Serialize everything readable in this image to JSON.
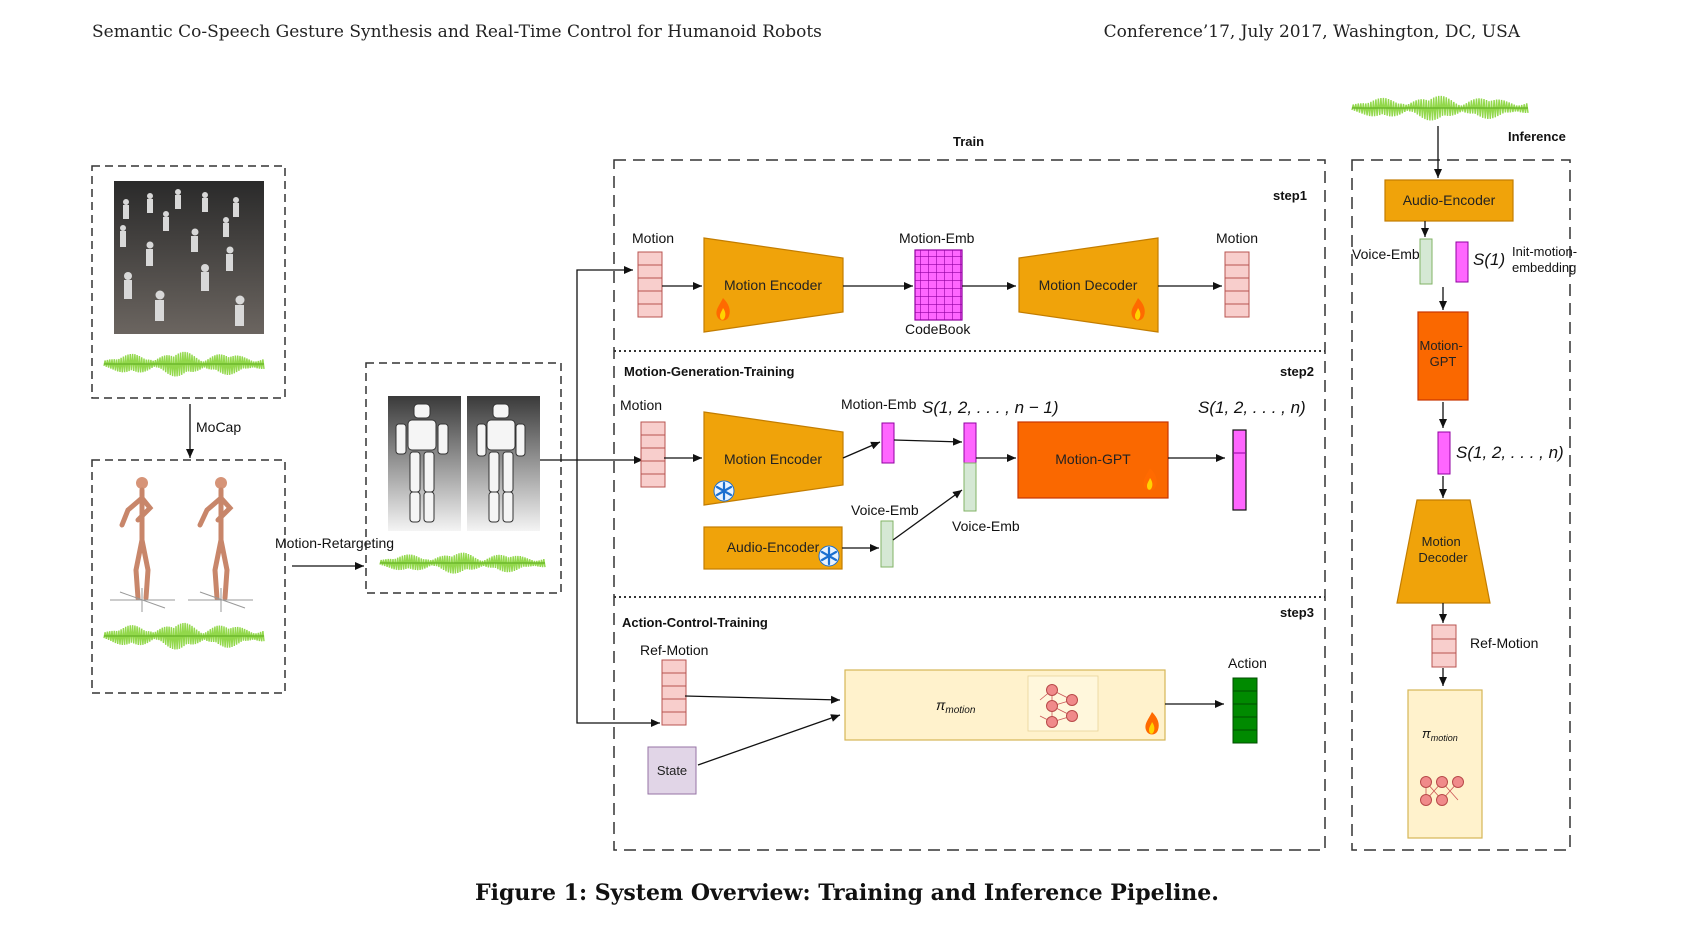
{
  "header": {
    "left": "Semantic Co-Speech Gesture Synthesis and Real-Time Control for Humanoid Robots",
    "right": "Conference’17, July 2017, Washington, DC, USA"
  },
  "figure": {
    "caption": "Figure 1: System Overview: Training and Inference Pipeline.",
    "labels": {
      "mocap": "MoCap",
      "motion_retargeting": "Motion-Retargeting",
      "train": "Train",
      "inference": "Inference",
      "step1": "step1",
      "step2": "step2",
      "step3": "step3",
      "motion_generation_training": "Motion-Generation-Training",
      "action_control_training": "Action-Control-Training",
      "motion": "Motion",
      "motion_emb": "Motion-Emb",
      "codebook": "CodeBook",
      "motion_encoder": "Motion Encoder",
      "motion_decoder": "Motion Decoder",
      "s_1_to_n_minus_1": "S(1, 2, . . . , n − 1)",
      "s_1_to_n": "S(1, 2, . . . , n)",
      "s_1": "S(1)",
      "motion_gpt": "Motion-GPT",
      "voice_emb": "Voice-Emb",
      "audio_encoder": "Audio-Encoder",
      "ref_motion": "Ref-Motion",
      "state": "State",
      "action": "Action",
      "pi_motion": "π",
      "pi_motion_sub": "motion",
      "init_motion_1": "Init-motion-",
      "init_motion_2": "embedding",
      "inf_motion_gpt_1": "Motion-",
      "inf_motion_gpt_2": "GPT",
      "inf_motion_decoder_1": "Motion",
      "inf_motion_decoder_2": "Decoder"
    }
  },
  "colors": {
    "orange": "#F0A30A",
    "orange_dark": "#C37D00",
    "red_orange": "#FA6800",
    "pink": "#F8CECC",
    "pink_border": "#B85450",
    "magenta": "#FF66FF",
    "green_light": "#D5E8D4",
    "green_border": "#82B366",
    "green_dark": "#008A00",
    "purple_light": "#E1D5E7",
    "cream": "#FFF2CC",
    "cream_border": "#D6B656",
    "wave": "#7FD12B"
  }
}
